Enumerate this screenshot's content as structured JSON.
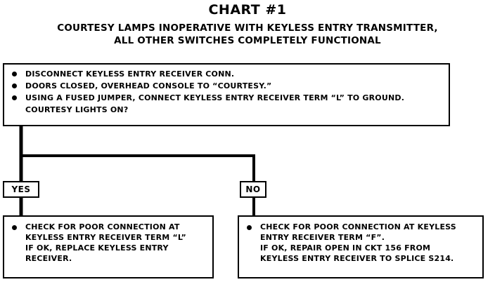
{
  "title": "CHART #1",
  "subtitle_line1": "COURTESY LAMPS INOPERATIVE WITH KEYLESS ENTRY TRANSMITTER,",
  "subtitle_line2": "ALL OTHER SWITCHES COMPLETELY FUNCTIONAL",
  "start_box": {
    "items": [
      "DISCONNECT KEYLESS ENTRY RECEIVER CONN.",
      "DOORS CLOSED, OVERHEAD CONSOLE TO “COURTESY.”",
      "USING A FUSED JUMPER, CONNECT KEYLESS ENTRY RECEIVER TERM “L” TO GROUND."
    ],
    "question": "COURTESY LIGHTS ON?"
  },
  "branches": {
    "yes_label": "YES",
    "no_label": "NO"
  },
  "yes_result": {
    "lines": [
      "CHECK FOR POOR CONNECTION AT",
      "KEYLESS ENTRY RECEIVER TERM “L”",
      "IF OK, REPLACE KEYLESS ENTRY",
      "RECEIVER."
    ]
  },
  "no_result": {
    "lines": [
      "CHECK FOR POOR CONNECTION AT KEYLESS",
      "ENTRY RECEIVER TERM “F”.",
      "IF OK, REPAIR OPEN IN CKT 156 FROM",
      "KEYLESS ENTRY RECEIVER TO SPLICE S214."
    ]
  }
}
